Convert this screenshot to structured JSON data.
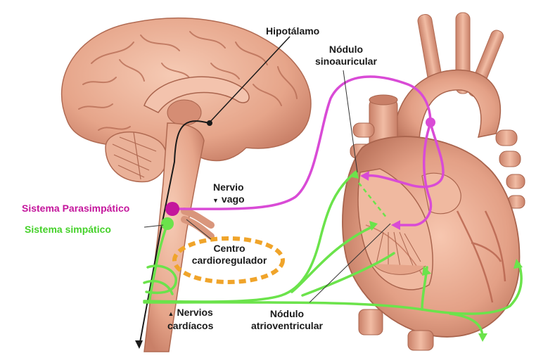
{
  "labels": {
    "hypothalamus": "Hipotálamo",
    "sa_node_line1": "Nódulo",
    "sa_node_line2": "sinoauricular",
    "vagus_line1": "Nervio",
    "vagus_line2": "vago",
    "vagus_marker": "▼",
    "parasympathetic": "Sistema Parasimpático",
    "sympathetic": "Sistema simpático",
    "center_line1": "Centro",
    "center_line2": "cardioregulador",
    "cardiac_nerves_marker": "▲",
    "cardiac_nerves_line1": "Nervios",
    "cardiac_nerves_line2": "cardíacos",
    "av_node_line1": "Nódulo",
    "av_node_line2": "atrioventricular"
  },
  "colors": {
    "parasympathetic": "#d94bd6",
    "sympathetic": "#6be34b",
    "regulator_ring": "#f0a42a",
    "tissue": "#e8a98f",
    "tissue_dark": "#c97e66"
  }
}
